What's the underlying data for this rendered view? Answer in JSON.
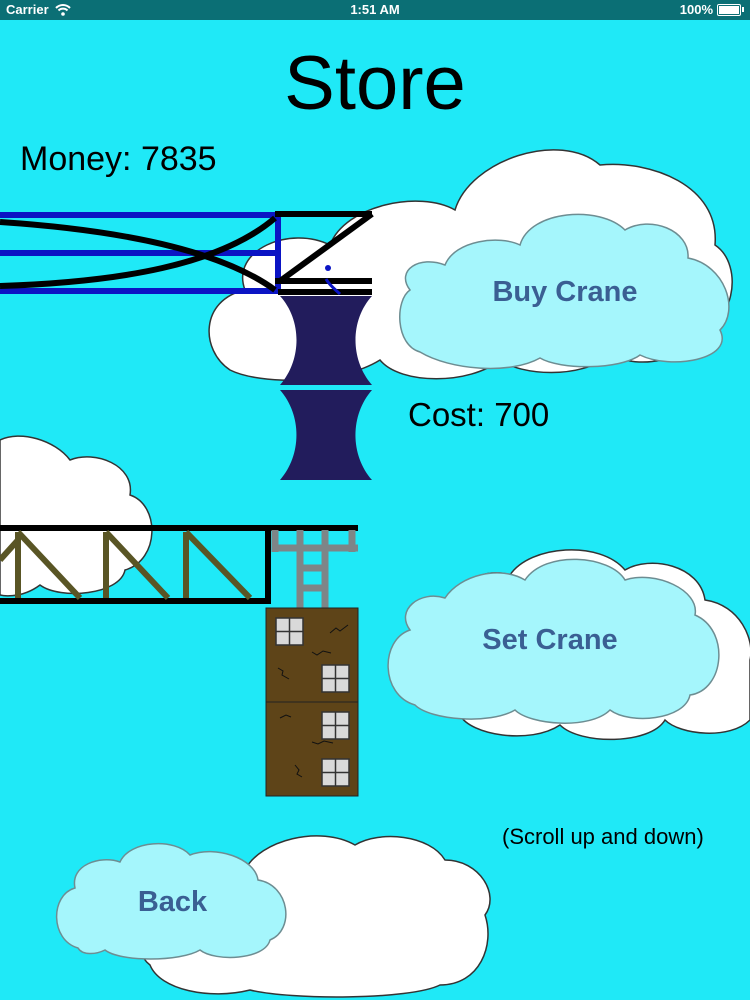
{
  "status_bar": {
    "carrier": "Carrier",
    "time": "1:51 AM",
    "battery": "100%"
  },
  "title": "Store",
  "money": "Money: 7835",
  "cost": "Cost: 700",
  "buttons": {
    "buy_crane": "Buy Crane",
    "set_crane": "Set Crane",
    "back": "Back"
  },
  "hint": "(Scroll up and down)",
  "colors": {
    "sky": "#1fe9f7",
    "cloud_white": "#ffffff",
    "cloud_button": "#a5f6fc",
    "button_text": "#3a5f93",
    "crane_blue": "#0b14c4",
    "crane_block": "#221c5c",
    "building": "#5e4418",
    "truss_olive": "#595525",
    "scaffold_gray": "#7e8587"
  },
  "icons": [
    "wifi-icon",
    "battery-icon"
  ]
}
